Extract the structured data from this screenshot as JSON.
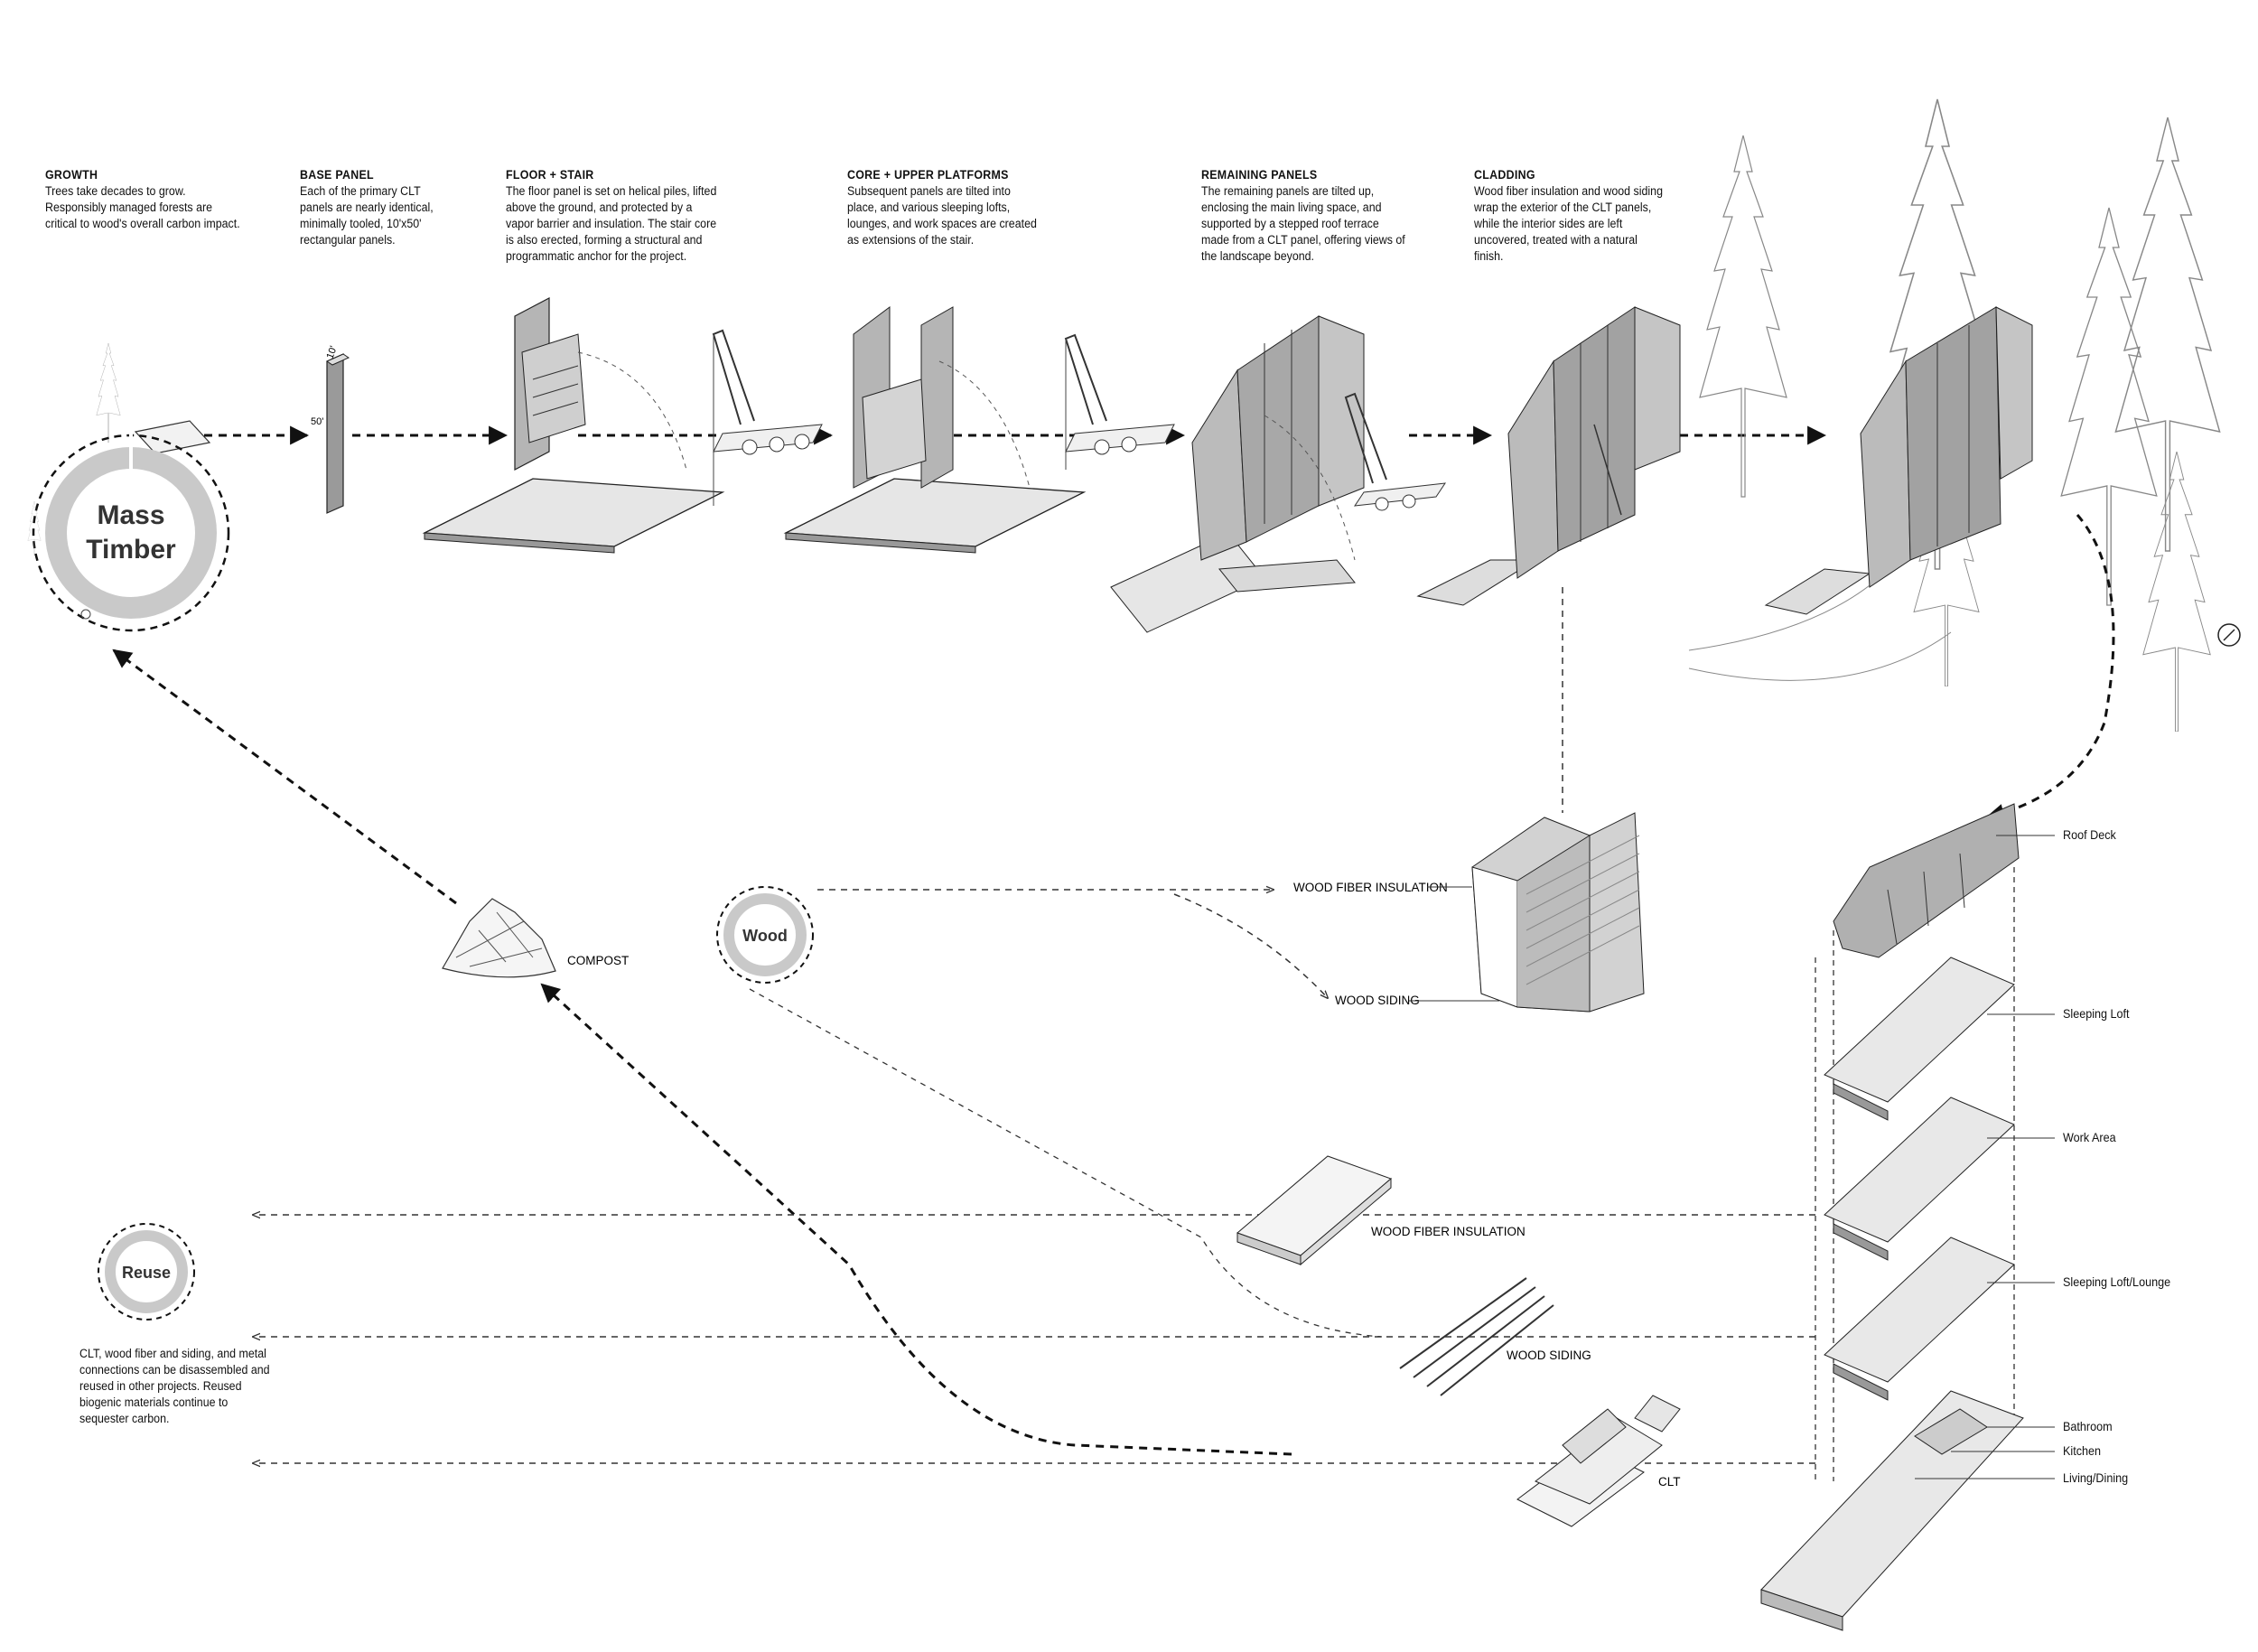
{
  "steps": [
    {
      "title": "GROWTH",
      "body": "Trees take decades to grow. Responsibly managed forests are critical to wood's overall carbon impact."
    },
    {
      "title": "BASE PANEL",
      "body": "Each of the primary CLT panels are nearly identical, minimally tooled, 10'x50' rectangular panels."
    },
    {
      "title": "FLOOR + STAIR",
      "body": "The floor panel is set on helical piles, lifted above the ground, and protected by a vapor barrier and insulation. The stair core is also erected, forming a structural and programmatic anchor for the project."
    },
    {
      "title": "CORE + UPPER PLATFORMS",
      "body": "Subsequent panels are tilted into place, and various sleeping lofts, lounges, and work spaces are created as extensions of the stair."
    },
    {
      "title": "REMAINING PANELS",
      "body": "The remaining panels are tilted up, enclosing the main living space, and supported by a stepped roof terrace made from a CLT panel, offering views of the landscape beyond."
    },
    {
      "title": "CLADDING",
      "body": "Wood fiber insulation and wood siding wrap the exterior of the CLT panels, while the interior sides are left uncovered, treated with a natural finish."
    }
  ],
  "panel_dims": {
    "width": "10'",
    "height": "50'"
  },
  "rings": {
    "mass_timber": [
      "Mass",
      "Timber"
    ],
    "wood": "Wood",
    "reuse": "Reuse"
  },
  "materials": {
    "compost": "COMPOST",
    "wood_fiber_insulation_top": "WOOD FIBER INSULATION",
    "wood_siding_top": "WOOD SIDING",
    "wood_fiber_insulation_bottom": "WOOD FIBER INSULATION",
    "wood_siding_bottom": "WOOD SIDING",
    "clt": "CLT"
  },
  "reuse_text": "CLT, wood fiber and siding, and metal connections can be disassembled and reused in other projects. Reused biogenic materials continue to sequester carbon.",
  "levels": [
    "Roof Deck",
    "Sleeping Loft",
    "Work Area",
    "Sleeping Loft/Lounge",
    "Bathroom",
    "Kitchen",
    "Living/Dining"
  ],
  "colors": {
    "line": "#222222",
    "panel": "#bdbdbd",
    "panel_dark": "#8e8e8e",
    "ring": "#c9c9c9",
    "floor": "#e3e3e3"
  }
}
